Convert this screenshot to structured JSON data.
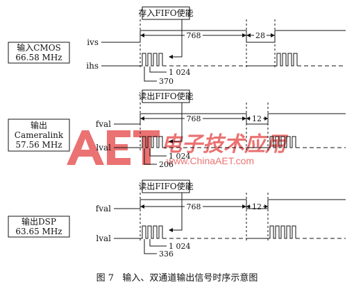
{
  "watermark": {
    "logo": "AET",
    "chinese": "电子技术应用",
    "url": "www.ChinaAET.com",
    "color": "#e85a5a"
  },
  "colors": {
    "ink": "#111111",
    "watermark": "#e85a5a"
  },
  "panels": [
    {
      "box_lines": [
        "输入CMOS",
        "66.58 MHz"
      ],
      "header": "存入FIFO使能",
      "signal_top": "ivs",
      "signal_bottom": "ihs",
      "period": "768",
      "gap": "28",
      "annotation_a": "1 024",
      "annotation_b": "370"
    },
    {
      "box_lines": [
        "输出",
        "Cameralink",
        "57.56 MHz"
      ],
      "header": "读出FIFO使能",
      "signal_top": "fval",
      "signal_bottom": "lval",
      "period": "768",
      "gap": "12",
      "annotation_a": "1 024",
      "annotation_b": "206"
    },
    {
      "box_lines": [
        "输出DSP",
        "63.65 MHz"
      ],
      "header": "读出FIFO使能",
      "signal_top": "fval",
      "signal_bottom": "lval",
      "period": "768",
      "gap": "12",
      "annotation_a": "1 024",
      "annotation_b": "336"
    }
  ],
  "caption": "图 7   输入、双通道输出信号时序示意图"
}
